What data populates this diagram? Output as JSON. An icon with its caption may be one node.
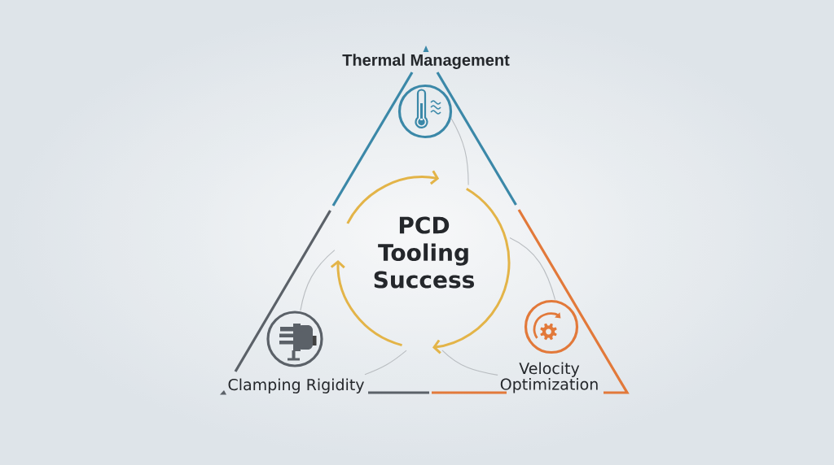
{
  "diagram": {
    "nodes": [
      {
        "text": [
          "PCD Tooling Success"
        ]
      },
      {
        "text": [
          "Thermal Management"
        ]
      },
      {
        "text": [
          "Velocity Optimization"
        ]
      },
      {
        "text": [
          "Clamping Rigidity"
        ]
      }
    ],
    "edges": [
      {
        "from": 0,
        "to": 1,
        "arrow": "none"
      },
      {
        "from": 0,
        "to": 2,
        "arrow": "none"
      },
      {
        "from": 0,
        "to": 2,
        "arrow": "none"
      },
      {
        "from": 0,
        "to": 3,
        "arrow": "none"
      },
      {
        "from": 0,
        "to": 3,
        "arrow": "none"
      }
    ]
  }
}
